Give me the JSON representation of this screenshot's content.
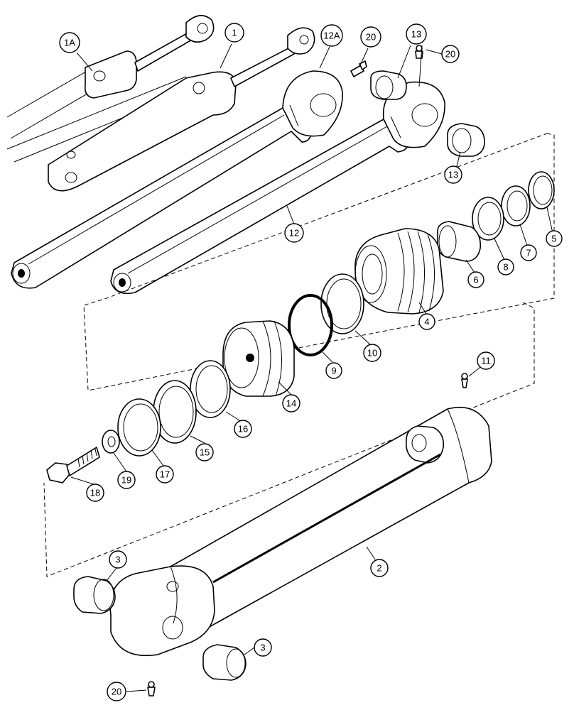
{
  "diagram": {
    "callouts": [
      {
        "key": "c-1a",
        "label": "1A"
      },
      {
        "key": "c-1",
        "label": "1"
      },
      {
        "key": "c-12a",
        "label": "12A"
      },
      {
        "key": "c-20-top",
        "label": "20"
      },
      {
        "key": "c-13-top",
        "label": "13"
      },
      {
        "key": "c-20-right",
        "label": "20"
      },
      {
        "key": "c-13-mid",
        "label": "13"
      },
      {
        "key": "c-12",
        "label": "12"
      },
      {
        "key": "c-5",
        "label": "5"
      },
      {
        "key": "c-7",
        "label": "7"
      },
      {
        "key": "c-8",
        "label": "8"
      },
      {
        "key": "c-6",
        "label": "6"
      },
      {
        "key": "c-4",
        "label": "4"
      },
      {
        "key": "c-10",
        "label": "10"
      },
      {
        "key": "c-9",
        "label": "9"
      },
      {
        "key": "c-14",
        "label": "14"
      },
      {
        "key": "c-16",
        "label": "16"
      },
      {
        "key": "c-15",
        "label": "15"
      },
      {
        "key": "c-17",
        "label": "17"
      },
      {
        "key": "c-19",
        "label": "19"
      },
      {
        "key": "c-18",
        "label": "18"
      },
      {
        "key": "c-11",
        "label": "11"
      },
      {
        "key": "c-2",
        "label": "2"
      },
      {
        "key": "c-3-left",
        "label": "3"
      },
      {
        "key": "c-3-right",
        "label": "3"
      },
      {
        "key": "c-20-bottom",
        "label": "20"
      }
    ]
  }
}
